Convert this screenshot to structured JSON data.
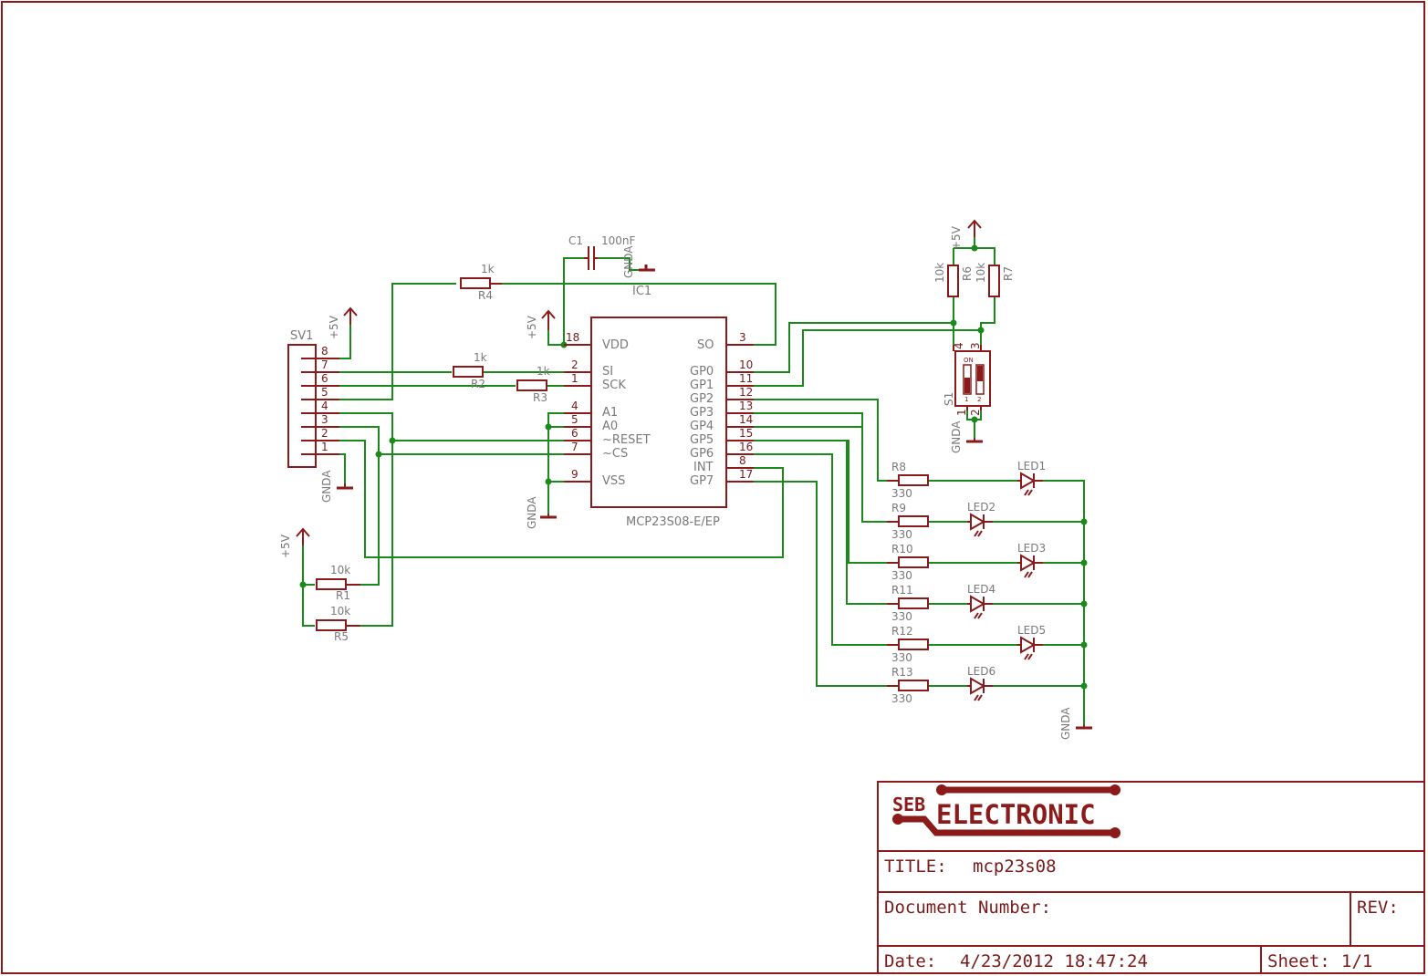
{
  "colors": {
    "wire": "#1a8a1a",
    "symbol": "#8b1a1a",
    "label": "#7a7a7a",
    "background": "#ffffff"
  },
  "power": {
    "vcc": "+5V",
    "gnd": "GNDA"
  },
  "ic": {
    "name": "IC1",
    "value": "MCP23S08-E/EP",
    "left_pins": [
      {
        "num": "18",
        "name": "VDD"
      },
      {
        "num": "2",
        "name": "SI"
      },
      {
        "num": "1",
        "name": "SCK"
      },
      {
        "num": "4",
        "name": "A1"
      },
      {
        "num": "5",
        "name": "A0"
      },
      {
        "num": "6",
        "name": "~RESET"
      },
      {
        "num": "7",
        "name": "~CS"
      },
      {
        "num": "9",
        "name": "VSS"
      }
    ],
    "right_pins": [
      {
        "num": "3",
        "name": "SO"
      },
      {
        "num": "10",
        "name": "GP0"
      },
      {
        "num": "11",
        "name": "GP1"
      },
      {
        "num": "12",
        "name": "GP2"
      },
      {
        "num": "13",
        "name": "GP3"
      },
      {
        "num": "14",
        "name": "GP4"
      },
      {
        "num": "15",
        "name": "GP5"
      },
      {
        "num": "16",
        "name": "GP6"
      },
      {
        "num": "8",
        "name": "INT"
      },
      {
        "num": "17",
        "name": "GP7"
      }
    ]
  },
  "connector": {
    "name": "SV1",
    "pins": [
      "8",
      "7",
      "6",
      "5",
      "4",
      "3",
      "2",
      "1"
    ]
  },
  "capacitor": {
    "name": "C1",
    "value": "100nF"
  },
  "resistors": [
    {
      "name": "R1",
      "value": "10k"
    },
    {
      "name": "R2",
      "value": "1k"
    },
    {
      "name": "R3",
      "value": "1k"
    },
    {
      "name": "R4",
      "value": "1k"
    },
    {
      "name": "R5",
      "value": "10k"
    },
    {
      "name": "R6",
      "value": "10k"
    },
    {
      "name": "R7",
      "value": "10k"
    },
    {
      "name": "R8",
      "value": "330"
    },
    {
      "name": "R9",
      "value": "330"
    },
    {
      "name": "R10",
      "value": "330"
    },
    {
      "name": "R11",
      "value": "330"
    },
    {
      "name": "R12",
      "value": "330"
    },
    {
      "name": "R13",
      "value": "330"
    }
  ],
  "leds": [
    "LED1",
    "LED2",
    "LED3",
    "LED4",
    "LED5",
    "LED6"
  ],
  "switch": {
    "name": "S1",
    "on_label": "ON",
    "pins": [
      "4",
      "3",
      "1",
      "2"
    ],
    "positions": [
      "1",
      "2"
    ]
  },
  "title_block": {
    "logo_small": "SEB",
    "logo_big": "ELECTRONIC",
    "title_label": "TITLE:",
    "title_value": "mcp23s08",
    "doc_label": "Document Number:",
    "rev_label": "REV:",
    "date_label": "Date:",
    "date_value": "4/23/2012 18:47:24",
    "sheet_label": "Sheet:",
    "sheet_value": "1/1"
  }
}
